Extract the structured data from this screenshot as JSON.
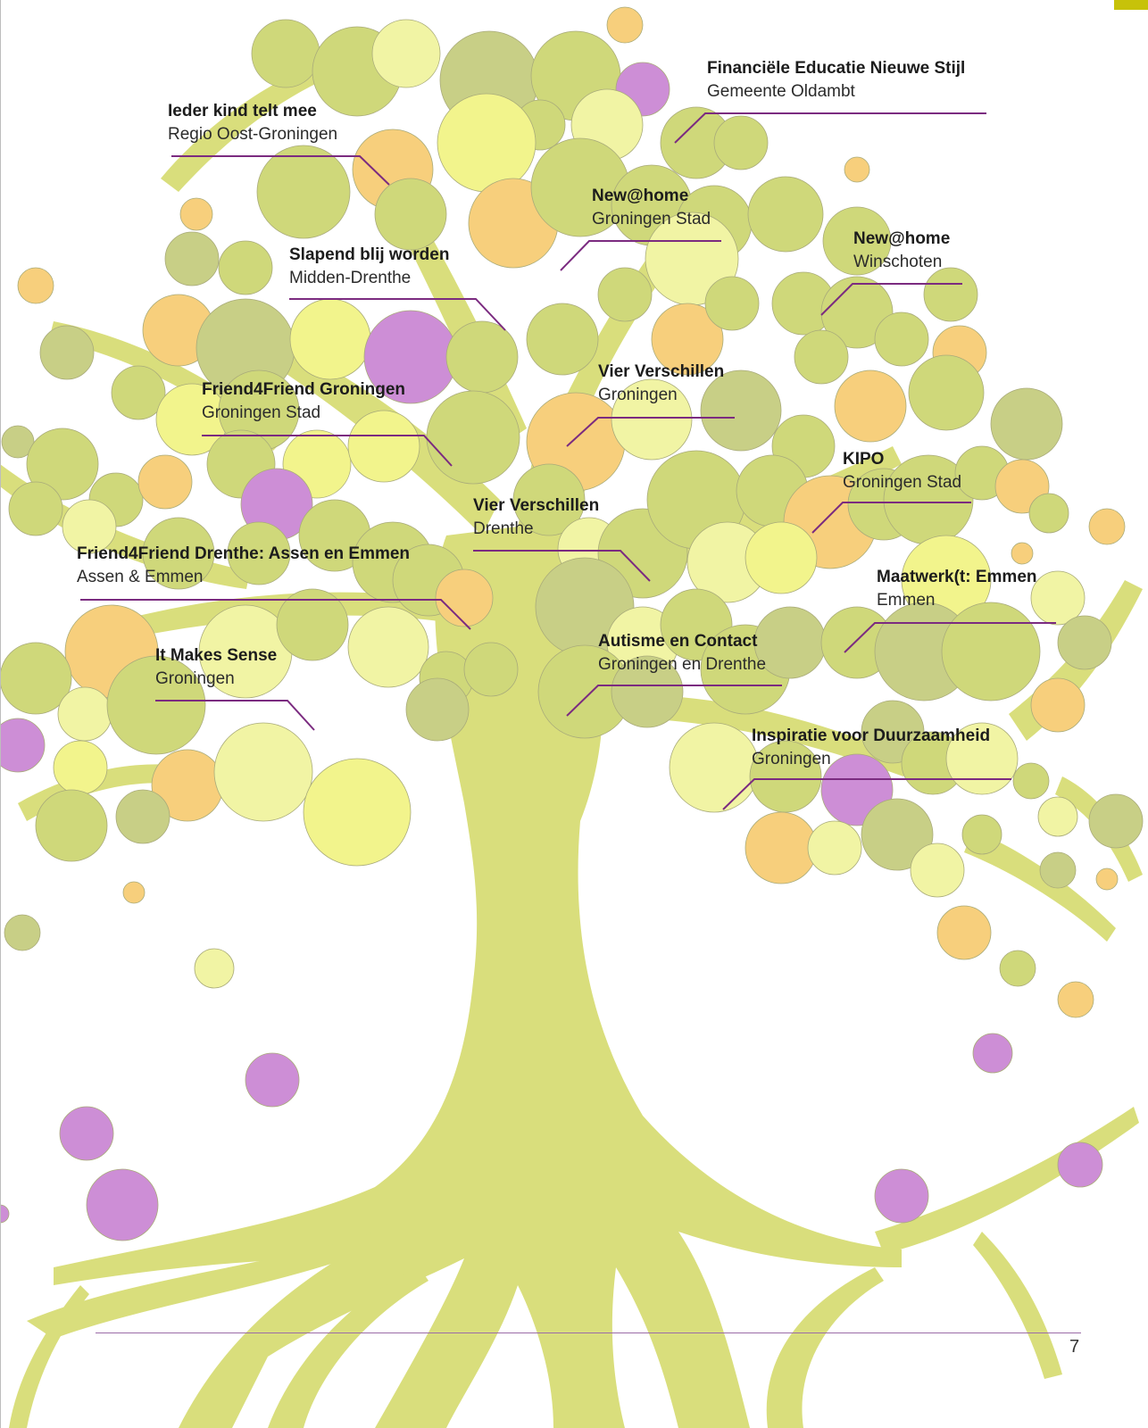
{
  "palette": {
    "tree": "#d9de7c",
    "leaf_green": "#cfd87a",
    "leaf_olive": "#c8cf86",
    "leaf_yellow": "#f2f48c",
    "leaf_pale": "#f1f4a4",
    "leaf_orange": "#f7cf7c",
    "leaf_purple": "#cd8ed6",
    "leader_line": "#7b2b80",
    "accent_tab": "#c7c20a"
  },
  "projects": [
    {
      "title": "Financiële Educatie Nieuwe Stijl",
      "subtitle": "Gemeente Oldambt"
    },
    {
      "title": "Ieder kind telt mee",
      "subtitle": "Regio Oost-Groningen"
    },
    {
      "title": "New@home",
      "subtitle": "Groningen Stad"
    },
    {
      "title": "Slapend blij worden",
      "subtitle": "Midden-Drenthe"
    },
    {
      "title": "New@home",
      "subtitle": "Winschoten"
    },
    {
      "title": "Vier Verschillen",
      "subtitle": "Groningen"
    },
    {
      "title": "Friend4Friend Groningen",
      "subtitle": "Groningen Stad"
    },
    {
      "title": "KIPO",
      "subtitle": "Groningen Stad"
    },
    {
      "title": "Vier Verschillen",
      "subtitle": "Drenthe"
    },
    {
      "title": "Friend4Friend Drenthe: Assen en Emmen",
      "subtitle": "Assen & Emmen"
    },
    {
      "title": "Maatwerk(t: Emmen",
      "subtitle": "Emmen"
    },
    {
      "title": "Autisme en Contact",
      "subtitle": "Groningen en Drenthe"
    },
    {
      "title": "It Makes Sense",
      "subtitle": "Groningen"
    },
    {
      "title": "Inspiratie voor Duurzaamheid",
      "subtitle": "Groningen"
    }
  ],
  "page_number": "7"
}
